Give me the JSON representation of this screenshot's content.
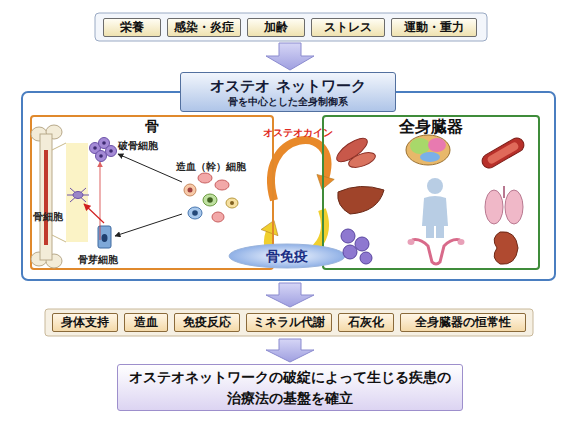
{
  "diagram": {
    "nodes": [
      {
        "text": [
          "栄養"
        ]
      },
      {
        "text": [
          "感染・炎症"
        ]
      },
      {
        "text": [
          "加齢"
        ]
      },
      {
        "text": [
          "ストレス"
        ]
      },
      {
        "text": [
          "運動・重力"
        ]
      },
      {
        "text": [
          "オステオ ネットワーク",
          "骨を中心とした全身制御系"
        ]
      },
      {
        "text": [
          "骨"
        ]
      },
      {
        "text": [
          "全身臓器"
        ]
      },
      {
        "text": [
          "骨免疫"
        ]
      },
      {
        "text": [
          "身体支持"
        ]
      },
      {
        "text": [
          "造血"
        ]
      },
      {
        "text": [
          "免疫反応"
        ]
      },
      {
        "text": [
          "ミネラル代謝"
        ]
      },
      {
        "text": [
          "石灰化"
        ]
      },
      {
        "text": [
          "全身臓器の恒常性"
        ]
      },
      {
        "text": [
          "オステオネットワークの破綻によって生じる疾患の 治療法の基盤を確立"
        ]
      }
    ],
    "edges": [
      {
        "from": 6,
        "to": 7,
        "label": "オステオカイン",
        "arrow": "to"
      },
      {
        "from": 7,
        "to": 6,
        "arrow": "to"
      }
    ],
    "labels": [
      "破骨細胞",
      "骨細胞",
      "骨芽細胞",
      "造血（幹）細胞"
    ]
  }
}
